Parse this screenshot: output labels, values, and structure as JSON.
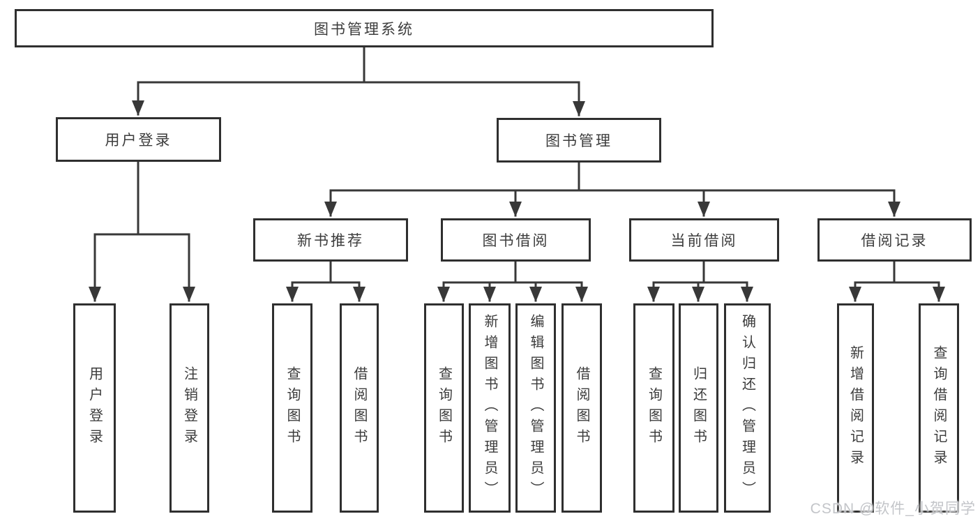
{
  "colors": {
    "line": "#383838",
    "box_border": "#2f2f2f",
    "box_background": "#ffffff",
    "text": "#3c3c3c",
    "watermark_text": "#c3c5c9"
  },
  "watermark": {
    "text": "CSDN @软件_小贺同学"
  },
  "tree": {
    "label": "图书管理系统",
    "children": [
      {
        "label": "用户登录",
        "children": [
          {
            "label": "用户登录"
          },
          {
            "label": "注销登录"
          }
        ]
      },
      {
        "label": "图书管理",
        "children": [
          {
            "label": "新书推荐",
            "children": [
              {
                "label": "查询图书"
              },
              {
                "label": "借阅图书"
              }
            ]
          },
          {
            "label": "图书借阅",
            "children": [
              {
                "label": "查询图书"
              },
              {
                "label": "新增图书（管理员）"
              },
              {
                "label": "编辑图书（管理员）"
              },
              {
                "label": "借阅图书"
              }
            ]
          },
          {
            "label": "当前借阅",
            "children": [
              {
                "label": "查询图书"
              },
              {
                "label": "归还图书"
              },
              {
                "label": "确认归还（管理员）"
              }
            ]
          },
          {
            "label": "借阅记录",
            "children": [
              {
                "label": "新增借阅记录"
              },
              {
                "label": "查询借阅记录"
              }
            ]
          }
        ]
      }
    ]
  }
}
